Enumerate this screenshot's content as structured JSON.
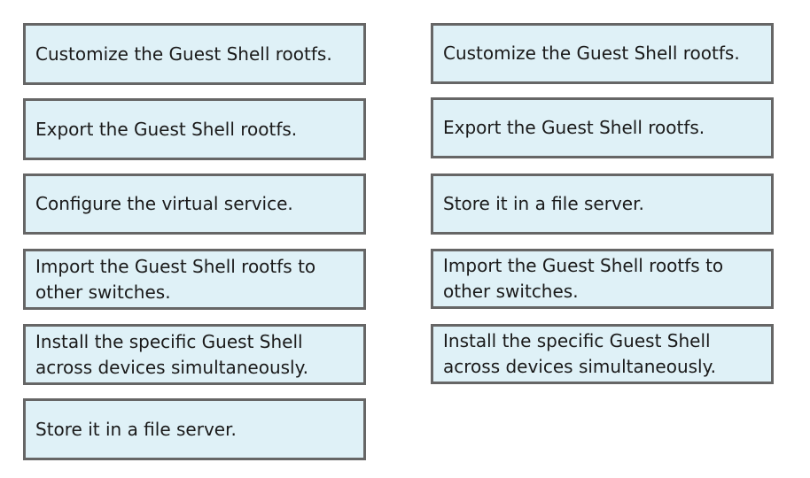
{
  "left_column": {
    "items": [
      {
        "label": "Customize the Guest Shell rootfs."
      },
      {
        "label": "Export the Guest Shell rootfs."
      },
      {
        "label": "Configure the virtual service."
      },
      {
        "label": "Import the Guest Shell rootfs to\nother switches."
      },
      {
        "label": "Install the specific Guest Shell\nacross devices simultaneously."
      },
      {
        "label": "Store it in a file server."
      }
    ]
  },
  "right_column": {
    "items": [
      {
        "label": "Customize the Guest Shell rootfs."
      },
      {
        "label": "Export the Guest Shell rootfs."
      },
      {
        "label": "Store it in a file server."
      },
      {
        "label": "Import the Guest Shell rootfs to\nother switches."
      },
      {
        "label": "Install the specific Guest Shell\nacross devices simultaneously."
      }
    ]
  }
}
